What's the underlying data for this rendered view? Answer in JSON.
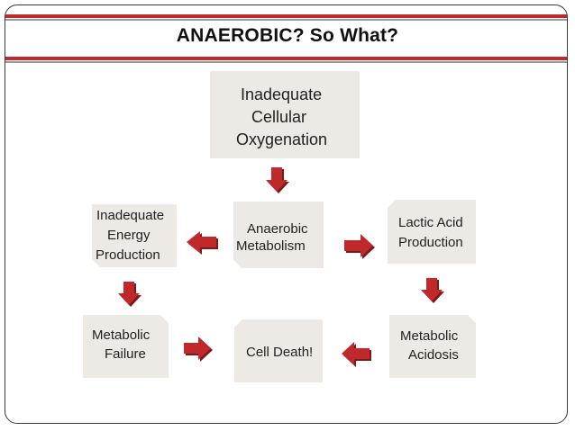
{
  "title": "ANAEROBIC? So What?",
  "colors": {
    "accent_red": "#c0282c",
    "band_grey": "#9a9a9a",
    "box_fill": "#ede9e4"
  },
  "boxes": {
    "inadequate_oxygenation": [
      "Inadequate",
      "Cellular",
      "Oxygenation"
    ],
    "anaerobic_metabolism": [
      "Anaerobic",
      "Metabolism"
    ],
    "inadequate_energy": [
      "Inadequate",
      "Energy",
      "Production"
    ],
    "lactic_acid": [
      "Lactic Acid",
      "Production"
    ],
    "metabolic_failure": [
      "Metabolic",
      "Failure"
    ],
    "cell_death": "Cell Death!",
    "metabolic_acidosis": [
      "Metabolic",
      "Acidosis"
    ]
  },
  "arrows": [
    {
      "name": "arrow-oxygenation-to-anaerobic",
      "direction": "down"
    },
    {
      "name": "arrow-anaerobic-to-energy",
      "direction": "left"
    },
    {
      "name": "arrow-anaerobic-to-lactic",
      "direction": "right"
    },
    {
      "name": "arrow-energy-to-failure",
      "direction": "down"
    },
    {
      "name": "arrow-lactic-to-acidosis",
      "direction": "down"
    },
    {
      "name": "arrow-failure-to-death",
      "direction": "right"
    },
    {
      "name": "arrow-acidosis-to-death",
      "direction": "left"
    }
  ]
}
